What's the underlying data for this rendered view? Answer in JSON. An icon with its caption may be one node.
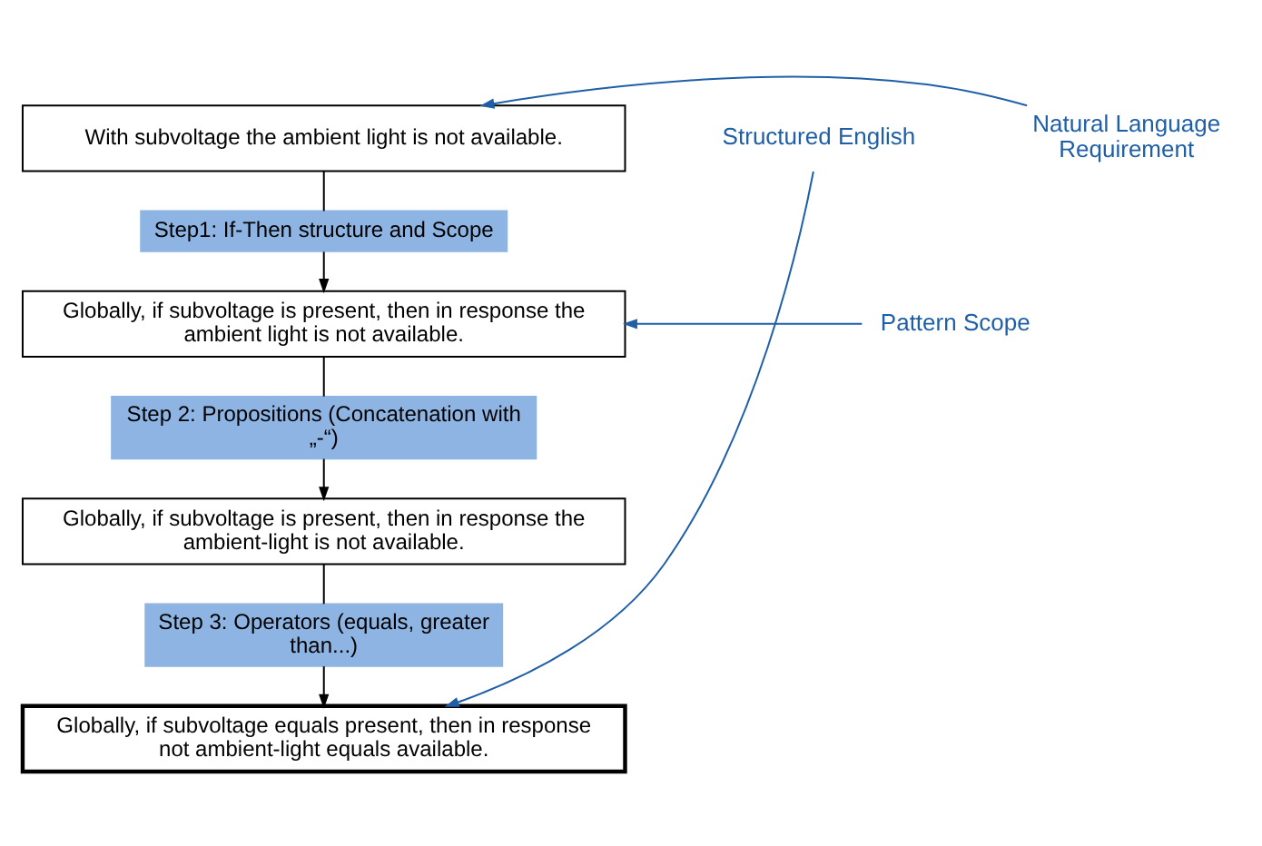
{
  "diagram": {
    "nodes": [
      {
        "text": [
          "With subvoltage the ambient light is not available."
        ]
      },
      {
        "text": [
          "Step1: If-Then structure and Scope"
        ]
      },
      {
        "text": [
          "Globally, if subvoltage is present, then in response the ambient light is not available."
        ]
      },
      {
        "text": [
          "Step 2: Propositions (Concatenation with „-“)"
        ]
      },
      {
        "text": [
          "Globally, if subvoltage is present, then in response the ambient-light is not available."
        ]
      },
      {
        "text": [
          "Step 3: Operators (equals, greater than...)"
        ]
      },
      {
        "text": [
          "Globally, if subvoltage equals present, then in response not ambient-light equals available."
        ]
      },
      {
        "text": [
          "Natural Language Requirement"
        ]
      },
      {
        "text": [
          "Pattern Scope"
        ]
      },
      {
        "text": [
          "Structured English"
        ]
      }
    ],
    "edges": [
      {
        "from": 0,
        "to": 1,
        "arrow": "none"
      },
      {
        "from": 1,
        "to": 2,
        "arrow": "to"
      },
      {
        "from": 2,
        "to": 3,
        "arrow": "none"
      },
      {
        "from": 3,
        "to": 4,
        "arrow": "to"
      },
      {
        "from": 4,
        "to": 5,
        "arrow": "none"
      },
      {
        "from": 5,
        "to": 6,
        "arrow": "to"
      },
      {
        "from": 7,
        "to": 0,
        "arrow": "to",
        "color": "#1f5fa8"
      },
      {
        "from": 8,
        "to": 2,
        "arrow": "to",
        "color": "#1f5fa8"
      },
      {
        "from": 9,
        "to": 6,
        "arrow": "to",
        "color": "#1f5fa8"
      }
    ]
  }
}
